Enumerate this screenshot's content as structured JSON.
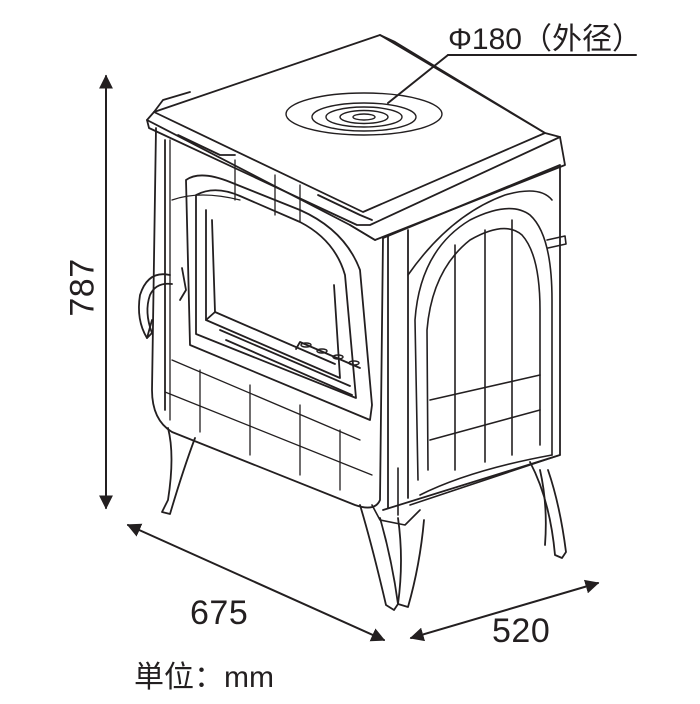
{
  "diagram": {
    "title": "",
    "stroke_color": "#231f20",
    "background_color": "#ffffff",
    "dimensions": {
      "height": "787",
      "width": "675",
      "depth": "520",
      "top_plate_diameter": "Φ180（外径）"
    },
    "unit_label": "単位：mm"
  }
}
